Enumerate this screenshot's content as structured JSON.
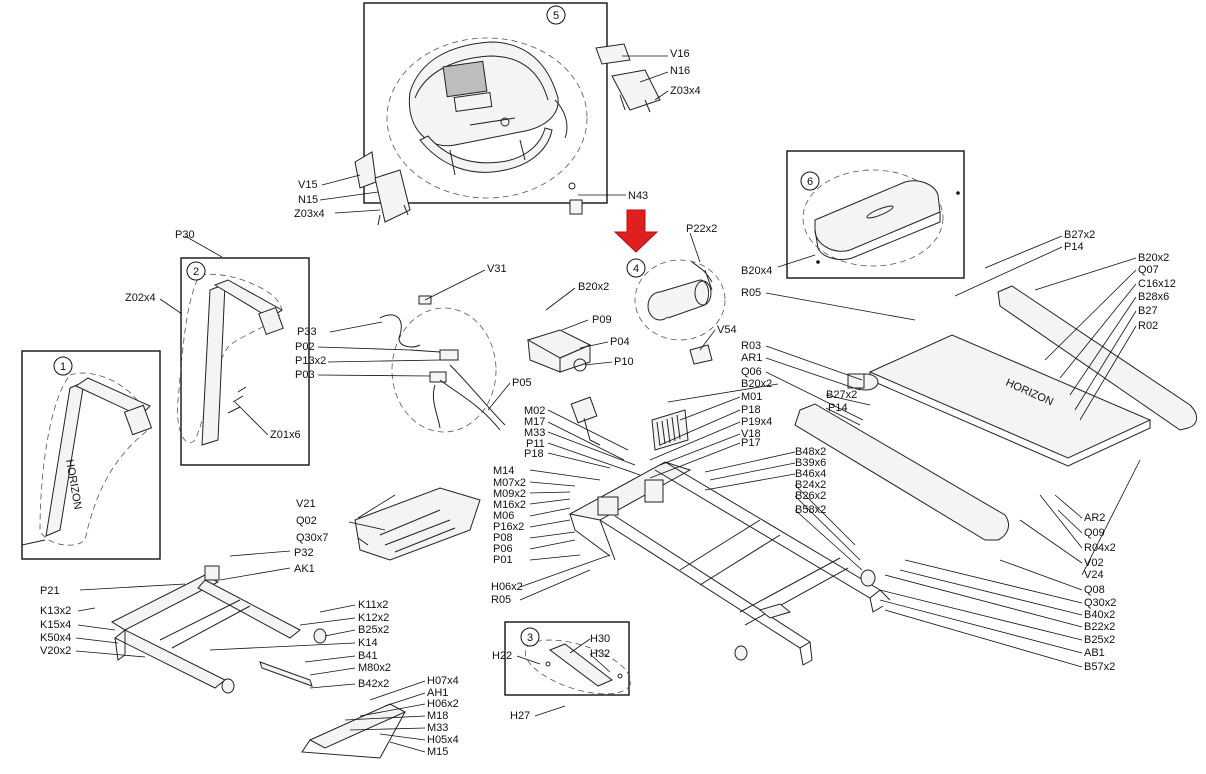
{
  "brand": "HORIZON",
  "arrow_color": "#e02020",
  "callouts": [
    "1",
    "2",
    "3",
    "4",
    "5",
    "6"
  ],
  "labels": {
    "V16": "V16",
    "N16": "N16",
    "Z03x4_a": "Z03x4",
    "V15": "V15",
    "N15": "N15",
    "Z03x4_b": "Z03x4",
    "N43": "N43",
    "P30": "P30",
    "Z02x4": "Z02x4",
    "Z01x6": "Z01x6",
    "V31": "V31",
    "P33": "P33",
    "P02": "P02",
    "P13x2": "P13x2",
    "P03": "P03",
    "P05": "P05",
    "B20x2_a": "B20x2",
    "P09": "P09",
    "P04": "P04",
    "P10": "P10",
    "P22x2": "P22x2",
    "V54": "V54",
    "B20x4": "B20x4",
    "R05_a": "R05",
    "B27x2_a": "B27x2",
    "P14_a": "P14",
    "B20x2_b": "B20x2",
    "Q07": "Q07",
    "C16x12": "C16x12",
    "B28x6": "B28x6",
    "B27": "B27",
    "R02": "R02",
    "R03": "R03",
    "AR1": "AR1",
    "Q06": "Q06",
    "B20x2_c": "B20x2",
    "B27x2_b": "B27x2",
    "P14_b": "P14",
    "M02": "M02",
    "M17": "M17",
    "M33_a": "M33",
    "P11": "P11",
    "P18_a": "P18",
    "M01": "M01",
    "P18_b": "P18",
    "P19x4": "P19x4",
    "V18": "V18",
    "P17": "P17",
    "M14": "M14",
    "M07x2": "M07x2",
    "M09x2": "M09x2",
    "M16x2": "M16x2",
    "M06": "M06",
    "P16x2": "P16x2",
    "P08": "P08",
    "P06": "P06",
    "P01": "P01",
    "B48x2": "B48x2",
    "B39x6": "B39x6",
    "B46x4": "B46x4",
    "B24x2": "B24x2",
    "B26x2": "B26x2",
    "B58x2": "B58x2",
    "V21": "V21",
    "Q02": "Q02",
    "Q30x7": "Q30x7",
    "P32": "P32",
    "AK1": "AK1",
    "H06x2_a": "H06x2",
    "R05_b": "R05",
    "AR2": "AR2",
    "Q09": "Q09",
    "R04x2": "R04x2",
    "V02": "V02",
    "V24": "V24",
    "Q08": "Q08",
    "Q30x2": "Q30x2",
    "B40x2": "B40x2",
    "B22x2": "B22x2",
    "B25x2_b": "B25x2",
    "AB1": "AB1",
    "B57x2": "B57x2",
    "P21": "P21",
    "K13x2": "K13x2",
    "K15x4": "K15x4",
    "K50x4": "K50x4",
    "V20x2": "V20x2",
    "K11x2": "K11x2",
    "K12x2": "K12x2",
    "B25x2_a": "B25x2",
    "K14": "K14",
    "B41": "B41",
    "M80x2": "M80x2",
    "B42x2": "B42x2",
    "H07x4": "H07x4",
    "AH1": "AH1",
    "H06x2_b": "H06x2",
    "M18": "M18",
    "M33_b": "M33",
    "H05x4": "H05x4",
    "M15": "M15",
    "H30": "H30",
    "H22": "H22",
    "H32": "H32",
    "H27": "H27"
  }
}
